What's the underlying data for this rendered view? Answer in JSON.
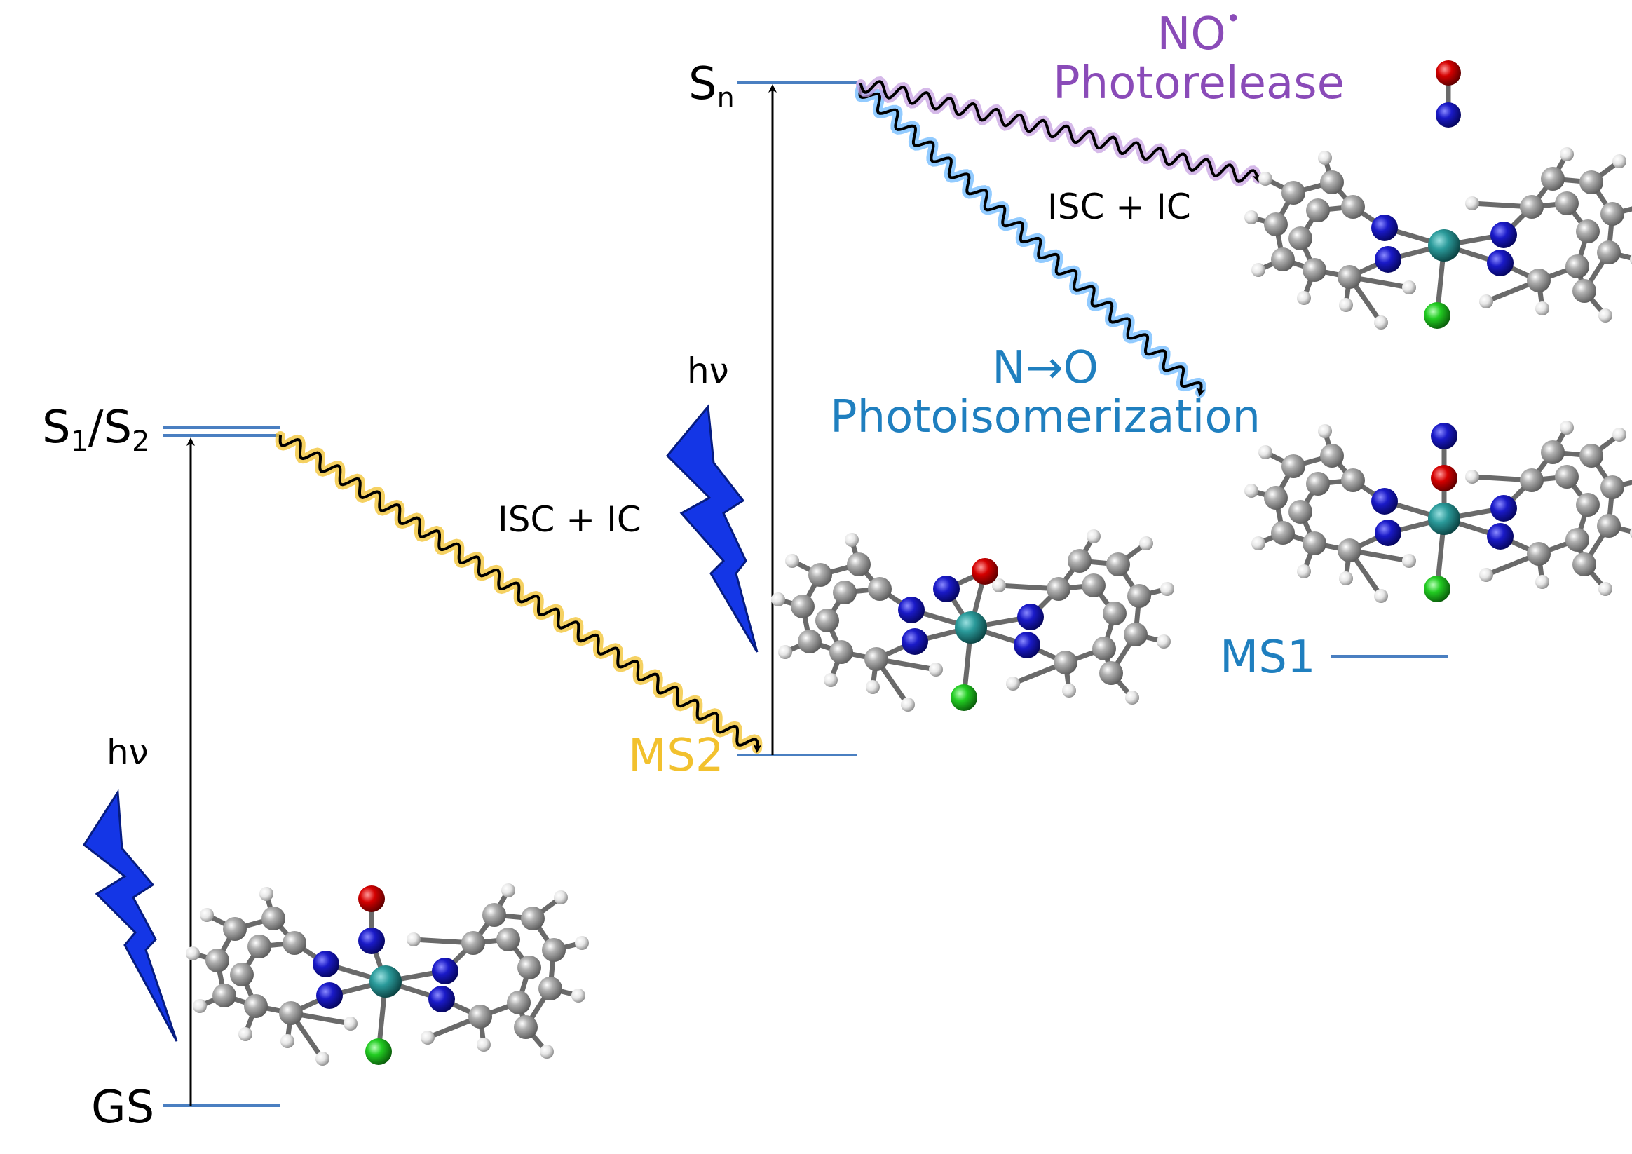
{
  "colors": {
    "level_line": "#4a7fc1",
    "ms2_accent": "#f2c12e",
    "ms1_accent": "#1f7fbf",
    "photorelease_accent": "#8a4bb8",
    "bolt": "#1436e6",
    "atom_C": "#8c8c8c",
    "atom_N": "#1a1ac8",
    "atom_O": "#d40000",
    "atom_Ru": "#2a9a9a",
    "atom_Cl": "#22cc22",
    "atom_H": "#e6e6e6"
  },
  "levels": {
    "gs": {
      "label": "GS"
    },
    "s12": {
      "label_s": "S",
      "label_sub1": "1",
      "label_slash": "/",
      "label_sub2": "2"
    },
    "sn": {
      "label_s": "S",
      "label_sub": "n"
    },
    "ms2": {
      "label": "MS2"
    },
    "ms1": {
      "label": "MS1"
    }
  },
  "transitions": {
    "hv_left": "hν",
    "hv_middle": "hν",
    "isc_ic_left": "ISC + IC",
    "isc_ic_right": "ISC + IC"
  },
  "products": {
    "photorelease": {
      "line1": "NO",
      "radical": "•",
      "line2": "Photorelease"
    },
    "photoisomerization": {
      "line1": "N→O",
      "line2": "Photoisomerization"
    }
  },
  "icons": [
    "lightning-bolt-icon",
    "molecule-model-icon",
    "wavy-arrow-icon"
  ]
}
